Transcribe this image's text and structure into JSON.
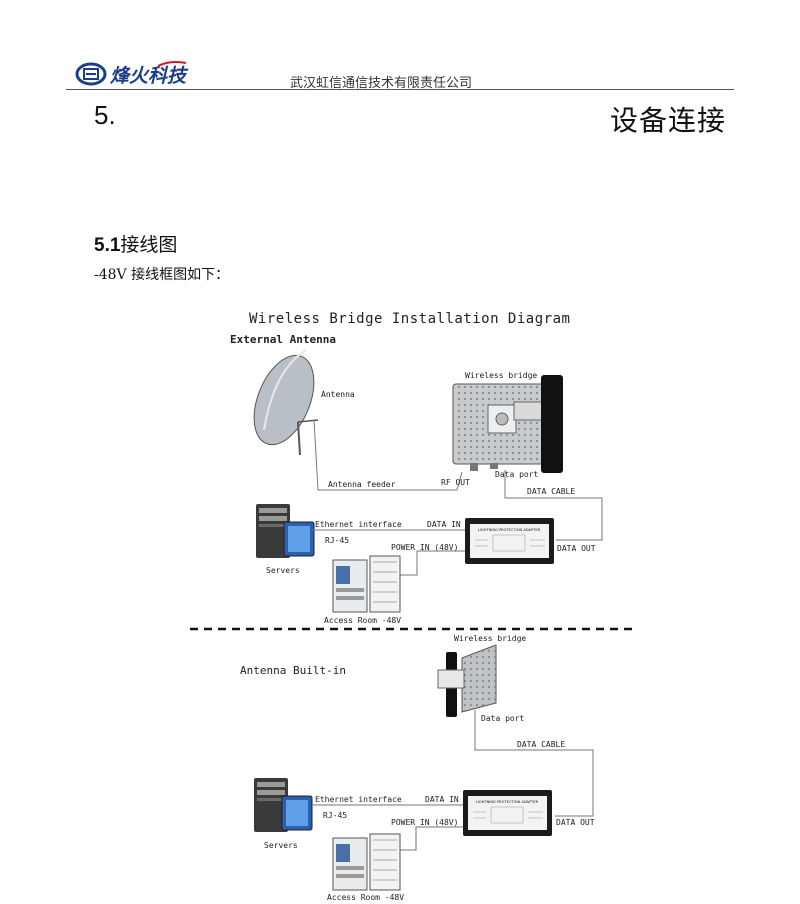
{
  "header": {
    "logo_text": "烽火科技",
    "company": "武汉虹信通信技术有限责任公司"
  },
  "section": {
    "number": "5.",
    "title": "设备连接"
  },
  "subsection": {
    "number": "5.1",
    "title": "接线图"
  },
  "intro": "-48V 接线框图如下：",
  "diagram": {
    "title": "Wireless Bridge Installation Diagram",
    "external_heading": "External Antenna",
    "builtin_heading": "Antenna Built-in",
    "labels": {
      "antenna": "Antenna",
      "wireless_bridge": "Wireless bridge",
      "antenna_feeder": "Antenna  feeder",
      "rf_out": "RF OUT",
      "data_port": "Data port",
      "data_cable": "DATA CABLE",
      "ethernet_interface": "Ethernet interface",
      "data_in": "DATA IN",
      "rj45": "RJ-45",
      "power_in": "POWER IN (48V)",
      "data_out": "DATA OUT",
      "servers": "Servers",
      "access_room": "Access Room -48V",
      "adapter_label": "LIGHTNING PROTECTION ADAPTER"
    }
  }
}
